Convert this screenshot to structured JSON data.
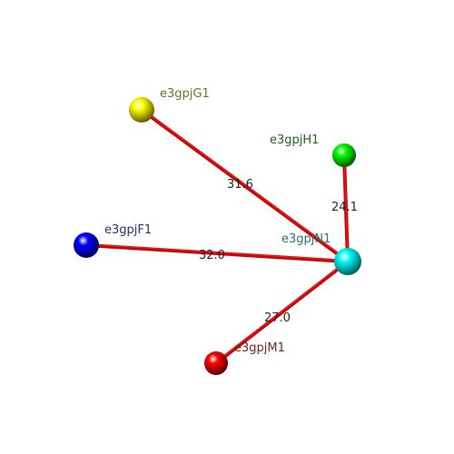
{
  "nodes": [
    {
      "id": "e3gpjG1",
      "label": "e3gpjG1",
      "color": "#ffff00",
      "label_color": "#6e6e2e"
    },
    {
      "id": "e3gpjH1",
      "label": "e3gpjH1",
      "color": "#00ff00",
      "label_color": "#1f5f1f"
    },
    {
      "id": "e3gpjF1",
      "label": "e3gpjF1",
      "color": "#0000ff",
      "label_color": "#1f2f6f"
    },
    {
      "id": "e3gpjN1",
      "label": "e3gpjN1",
      "color": "#00ffff",
      "label_color": "#2f6f6f"
    },
    {
      "id": "e3gpjM1",
      "label": "e3gpjM1",
      "color": "#ff0000",
      "label_color": "#6f1f1f"
    }
  ],
  "edges": [
    {
      "from": "e3gpjG1",
      "to": "e3gpjN1",
      "label": "31.6"
    },
    {
      "from": "e3gpjH1",
      "to": "e3gpjN1",
      "label": "24.1"
    },
    {
      "from": "e3gpjF1",
      "to": "e3gpjN1",
      "label": "32.0"
    },
    {
      "from": "e3gpjM1",
      "to": "e3gpjN1",
      "label": "27.0"
    }
  ],
  "edge_color": "#cc0000"
}
